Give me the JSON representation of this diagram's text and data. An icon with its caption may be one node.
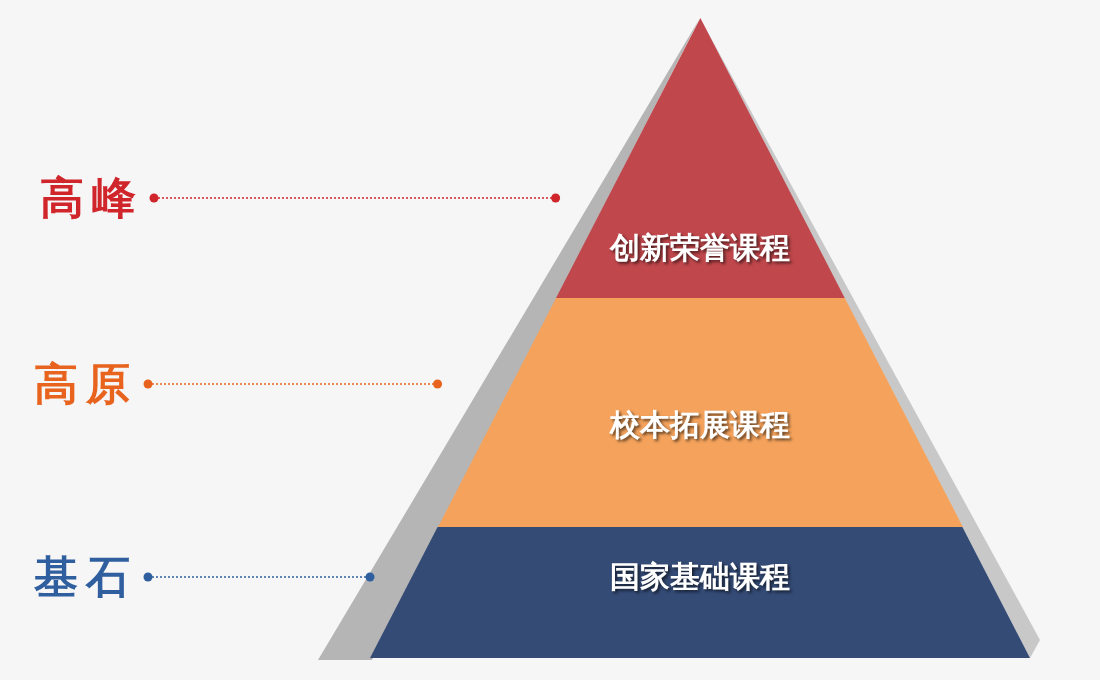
{
  "diagram": {
    "nodes": [
      {
        "text": [
          "高峰"
        ]
      },
      {
        "text": [
          "高原"
        ]
      },
      {
        "text": [
          "基石"
        ]
      },
      {
        "text": [
          "创新荣誉课程"
        ]
      },
      {
        "text": [
          "校本拓展课程"
        ]
      },
      {
        "text": [
          "国家基础课程"
        ]
      }
    ],
    "edges": [
      {
        "from": 0,
        "to": 3,
        "arrow": "other",
        "style": "dashed",
        "color": "#d0262b"
      },
      {
        "from": 1,
        "to": 4,
        "arrow": "other",
        "style": "dashed",
        "color": "#e8641e"
      },
      {
        "from": 2,
        "to": 5,
        "arrow": "other",
        "style": "dashed",
        "color": "#2f5f9e"
      }
    ]
  }
}
